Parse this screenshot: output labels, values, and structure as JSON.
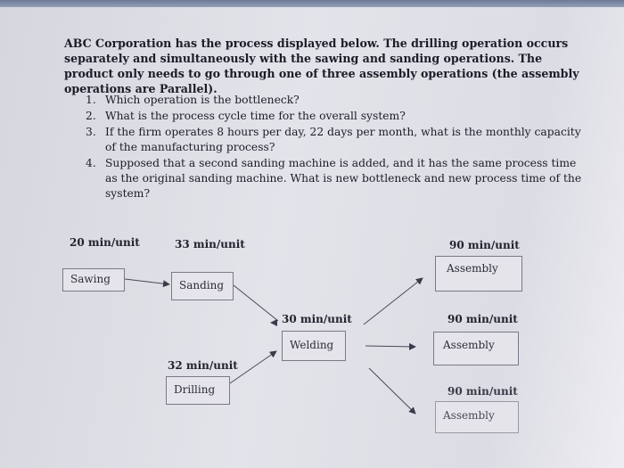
{
  "intro": "ABC Corporation has the process displayed below. The drilling operation occurs separately and simultaneously with the sawing and sanding operations. The product only needs to go through one of three assembly operations (the assembly operations are Parallel).",
  "questions": [
    {
      "num": "1.",
      "text": "Which operation is the bottleneck?"
    },
    {
      "num": "2.",
      "text": "What is the process cycle time for the overall system?"
    },
    {
      "num": "3.",
      "text": "If the firm operates 8 hours per day, 22 days per month, what is the monthly capacity of the manufacturing process?"
    },
    {
      "num": "4.",
      "text": "Supposed that a second sanding machine is added, and it has the same process time as the original sanding machine. What is new bottleneck and new process time of the system?"
    }
  ],
  "diagram": {
    "sawing": {
      "time": "20 min/unit",
      "name": "Sawing"
    },
    "sanding": {
      "time": "33 min/unit",
      "name": "Sanding"
    },
    "welding": {
      "time": "30 min/unit",
      "name": "Welding"
    },
    "drilling": {
      "time": "32 min/unit",
      "name": "Drilling"
    },
    "assembly1": {
      "time": "90 min/unit",
      "name": "Assembly"
    },
    "assembly2": {
      "time": "90 min/unit",
      "name": "Assembly"
    },
    "assembly3": {
      "time": "90 min/unit",
      "name": "Assembly"
    }
  }
}
